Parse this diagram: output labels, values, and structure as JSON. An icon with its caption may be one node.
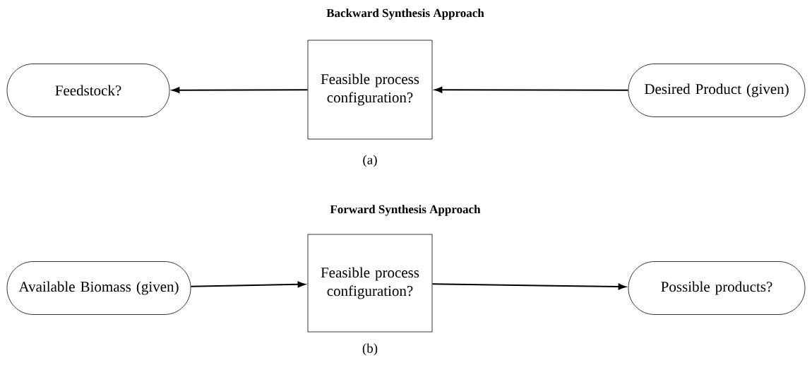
{
  "diagram": {
    "nodes": [
      {
        "text": [
          "Feedstock?"
        ]
      },
      {
        "text": [
          "Feasible process configuration?"
        ]
      },
      {
        "text": [
          "Desired Product (given)"
        ]
      },
      {
        "text": [
          "Available Biomass (given)"
        ]
      },
      {
        "text": [
          "Feasible process configuration?"
        ]
      },
      {
        "text": [
          "Possible products?"
        ]
      }
    ],
    "edges": [
      {
        "from": 2,
        "to": 1,
        "arrow": "to"
      },
      {
        "from": 1,
        "to": 0,
        "arrow": "to"
      },
      {
        "from": 3,
        "to": 4,
        "arrow": "to"
      },
      {
        "from": 4,
        "to": 5,
        "arrow": "to"
      }
    ],
    "labels": [
      "Backward Synthesis Approach",
      "(a)",
      "Forward Synthesis Approach",
      "(b)"
    ]
  }
}
